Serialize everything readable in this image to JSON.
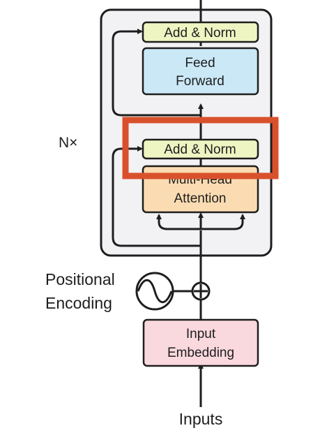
{
  "diagram": {
    "repeat_label": "N×",
    "blocks": {
      "add_norm_top": "Add & Norm",
      "feed_forward": [
        "Feed",
        "Forward"
      ],
      "add_norm_bottom": "Add & Norm",
      "multi_head_attention_partial": "Multi-Head",
      "attention": "Attention",
      "input_embedding": [
        "Input",
        "Embedding"
      ]
    },
    "positional_encoding": [
      "Positional",
      "Encoding"
    ],
    "inputs_label": "Inputs",
    "colors": {
      "container_fill": "#f2f2f4",
      "add_norm_fill": "#eef5c2",
      "feed_forward_fill": "#cbe8f7",
      "attention_fill": "#fbdcb2",
      "embedding_fill": "#f9d8de",
      "highlight": "#d9512c"
    }
  }
}
